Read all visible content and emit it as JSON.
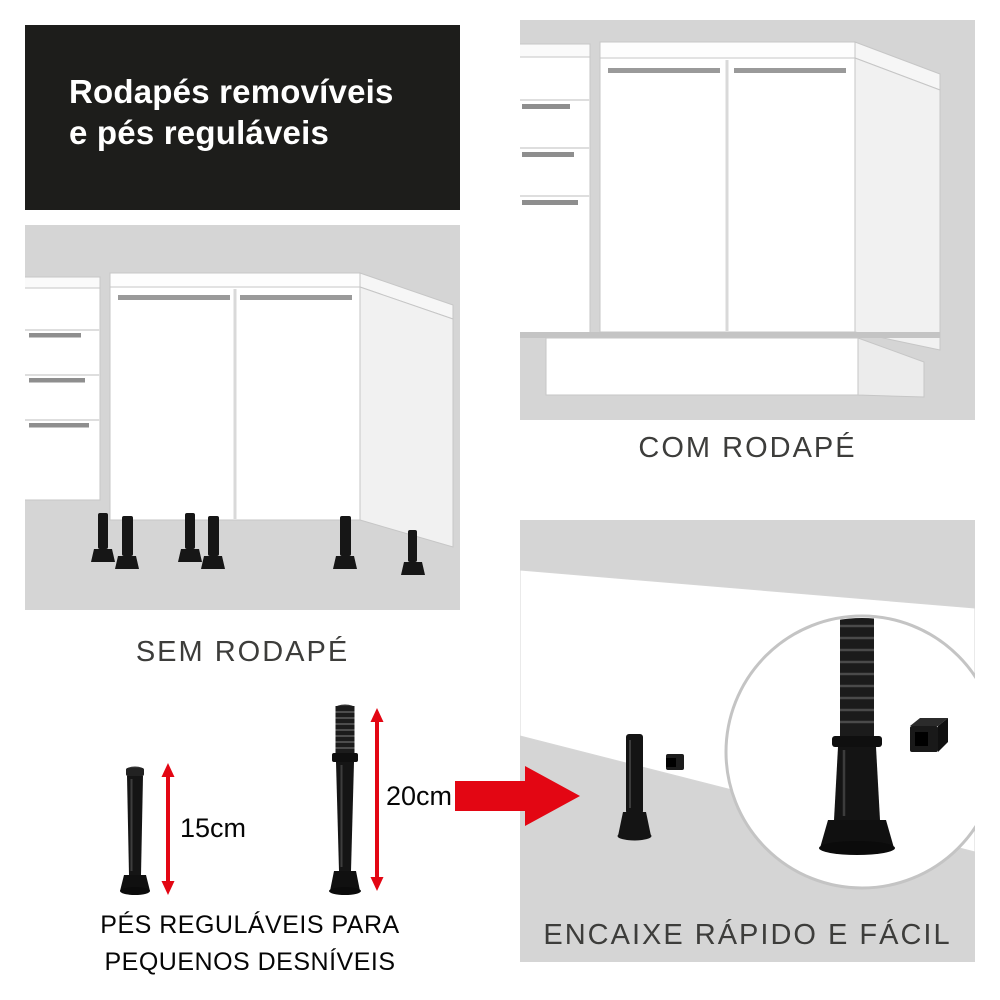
{
  "header": {
    "line1": "Rodapés removíveis",
    "line2": "e pés reguláveis"
  },
  "panels": {
    "com_rodape": {
      "label": "COM RODAPÉ"
    },
    "sem_rodape": {
      "label": "SEM RODAPÉ"
    },
    "encaixe": {
      "label": "ENCAIXE RÁPIDO E FÁCIL"
    }
  },
  "feet": {
    "short_height": "15cm",
    "tall_height": "20cm",
    "caption_line1": "PÉS REGULÁVEIS PARA",
    "caption_line2": "PEQUENOS DESNÍVEIS"
  },
  "icons": {
    "right_arrow": "right-arrow-icon",
    "measure_arrow": "vertical-measure-arrow-icon"
  },
  "colors": {
    "header_bg": "#1d1d1b",
    "header_text": "#ffffff",
    "panel_bg": "#d5d5d5",
    "label_text": "#3d3d3b",
    "accent_red": "#e30613",
    "foot_black": "#151515",
    "cabinet_white": "#ffffff"
  }
}
